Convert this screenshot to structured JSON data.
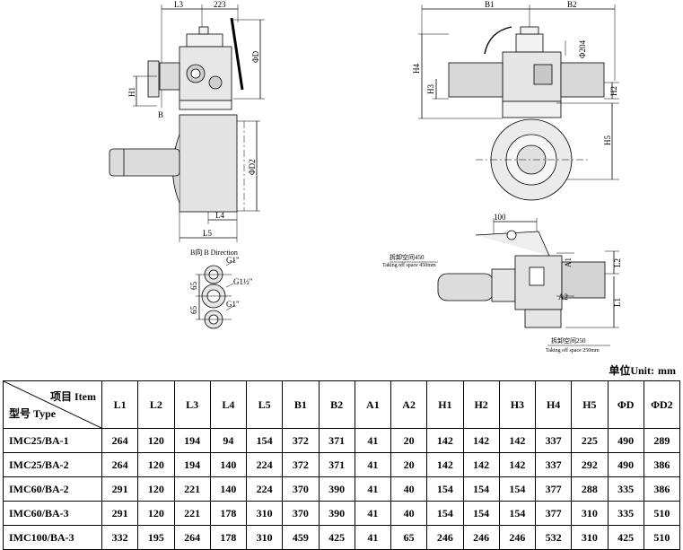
{
  "drawing_labels": {
    "side_view": {
      "L3": "L3",
      "d223": "223",
      "phiD": "ΦD",
      "H1": "H1",
      "B": "B",
      "phiD2": "ΦD2",
      "L4": "L4",
      "L5": "L5"
    },
    "front_view": {
      "B1": "B1",
      "B2": "B2",
      "H4": "H4",
      "H3": "H3",
      "phi204": "Φ204",
      "H2": "H2",
      "H5": "H5"
    },
    "b_direction": {
      "title": "B向  B Direction",
      "g1_top": "G1\"",
      "g1_half": "G1½\"",
      "g1_bottom": "G1\"",
      "d65_top": "65",
      "d65_bottom": "65"
    },
    "top_view": {
      "d100": "100",
      "space_450_cn": "拆卸空间450",
      "space_450_en": "Taking off space 450mm",
      "A1": "A1",
      "A2": "A2",
      "L2": "L2",
      "L1": "L1",
      "space_250_cn": "拆卸空间250",
      "space_250_en": "Taking off space 250mm"
    }
  },
  "unit": {
    "cn": "单位Unit:",
    "value": "mm"
  },
  "table": {
    "header_item": "项目 Item",
    "header_type": "型号 Type",
    "columns": [
      "L1",
      "L2",
      "L3",
      "L4",
      "L5",
      "B1",
      "B2",
      "A1",
      "A2",
      "H1",
      "H2",
      "H3",
      "H4",
      "H5",
      "ΦD",
      "ΦD2"
    ],
    "rows": [
      {
        "type": "IMC25/BA-1",
        "values": [
          "264",
          "120",
          "194",
          "94",
          "154",
          "372",
          "371",
          "41",
          "20",
          "142",
          "142",
          "142",
          "337",
          "225",
          "490",
          "289"
        ]
      },
      {
        "type": "IMC25/BA-2",
        "values": [
          "264",
          "120",
          "194",
          "140",
          "224",
          "372",
          "371",
          "41",
          "20",
          "142",
          "142",
          "142",
          "337",
          "292",
          "490",
          "386"
        ]
      },
      {
        "type": "IMC60/BA-2",
        "values": [
          "291",
          "120",
          "221",
          "140",
          "224",
          "370",
          "390",
          "41",
          "40",
          "154",
          "154",
          "154",
          "377",
          "288",
          "335",
          "386"
        ]
      },
      {
        "type": "IMC60/BA-3",
        "values": [
          "291",
          "120",
          "221",
          "178",
          "310",
          "370",
          "390",
          "41",
          "40",
          "154",
          "154",
          "154",
          "377",
          "310",
          "335",
          "510"
        ]
      },
      {
        "type": "IMC100/BA-3",
        "values": [
          "332",
          "195",
          "264",
          "178",
          "310",
          "459",
          "425",
          "41",
          "65",
          "246",
          "246",
          "246",
          "532",
          "310",
          "425",
          "510"
        ]
      }
    ]
  }
}
